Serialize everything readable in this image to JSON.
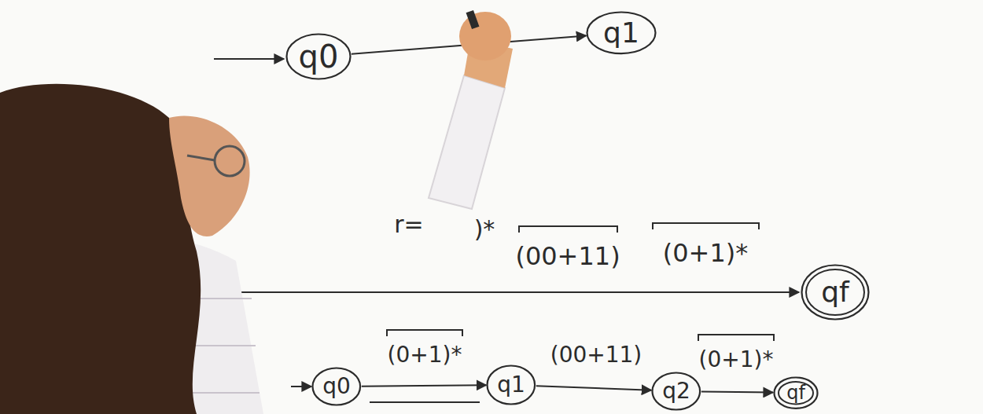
{
  "diagram": {
    "nodes": [
      {
        "text": [
          "q0"
        ]
      },
      {
        "text": [
          "q1"
        ]
      },
      {
        "text": [
          "qf"
        ]
      },
      {
        "text": [
          "q0"
        ]
      },
      {
        "text": [
          "q1"
        ]
      },
      {
        "text": [
          "q2"
        ]
      },
      {
        "text": [
          "qf"
        ]
      }
    ],
    "edges": [
      {
        "from": 0,
        "to": 1,
        "arrow": "to"
      },
      {
        "from": 3,
        "to": 4,
        "label": "(0+1)*",
        "arrow": "to"
      },
      {
        "from": 4,
        "to": 5,
        "label": "(00+11)",
        "arrow": "to"
      },
      {
        "from": 5,
        "to": 6,
        "label": "(0+1)*",
        "arrow": "to"
      }
    ],
    "labels": [
      "r=",
      ")*",
      "(00+11)",
      "(0+1)*"
    ]
  }
}
